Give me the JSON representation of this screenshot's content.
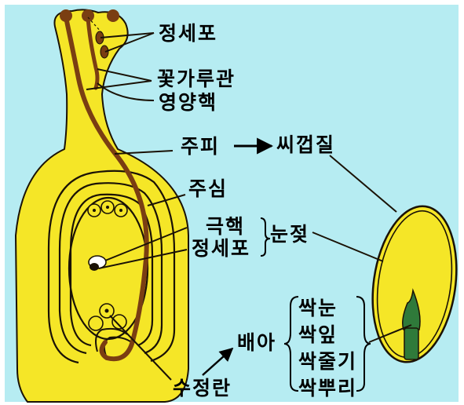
{
  "colors": {
    "background": "#b6ecf2",
    "tissue": "#f5e627",
    "outline": "#1a1206",
    "pollen_tube": "#7a3e12",
    "embryo": "#2f7a3a"
  },
  "labels": {
    "sperm_top": "정세포",
    "pollen_tube": "꽃가루관",
    "nutrient_nucleus": "영양핵",
    "integument": "주피",
    "seed_coat": "씨껍질",
    "nucellus": "주심",
    "polar_nuclei": "극핵",
    "sperm_mid": "정세포",
    "endosperm": "눈젖",
    "zygote": "수정란",
    "embryo": "배아",
    "plumule": "싹눈",
    "cotyledon": "싹잎",
    "hypocotyl": "싹줄기",
    "radicle": "싹뿌리"
  }
}
